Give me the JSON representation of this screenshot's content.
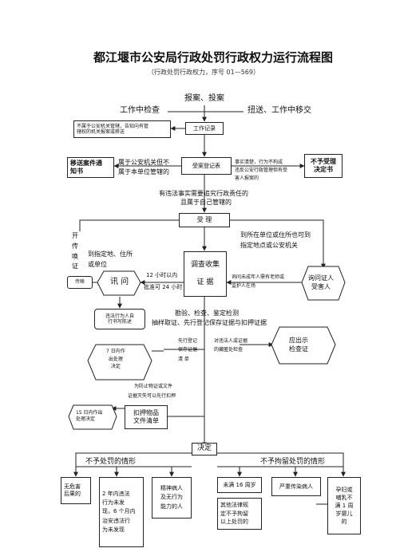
{
  "header": {
    "title": "都江堰市公安局行政处罚行政权力运行流程图",
    "subtitle": "（行政处罚行政权力，序号 01—569）"
  },
  "top": {
    "source_main": "报案、投案",
    "source_left": "工作中检查",
    "source_right": "扭送、工作中移交",
    "record": "工作记录",
    "not_accept_note": "不属于公安机关管辖，告知向有管\n辖权的机关报案或移送",
    "register": "受案登记表",
    "transfer_box": "移送案件通\n知书",
    "transfer_note1": "属于公安机关但不",
    "transfer_note2": "属于本单位管辖的",
    "no_violation_note": "事实清楚，行为不构成\n违反公安行政管理但有受\n害人报案的",
    "no_accept_box": "不予受理\n决定书",
    "evidence_note1": "有违法事实需要追究行政责任的",
    "evidence_note2": "且属于自己管辖的",
    "accept_box": "受    理"
  },
  "middle": {
    "summon_vertical": "开\n传\n唤\n证",
    "summon_note": "到指定地、住所\n或单位",
    "summon_box": "传唤",
    "interrogate_box": "讯  问",
    "time_note1": "12 小时以内",
    "time_note2": "批准可 24 小时",
    "investigate_box": "调查收集\n\n证      据",
    "location_note": "到所在单位或住所也可到\n指定地点或公安机关",
    "minor_note": "询问未成年人需有老师或\n监护人在场",
    "witness_box": "询问证人\n受害人",
    "self_write_box": "违法行为人自\n行书写陈述",
    "inspect_note": "勘验、检查、鉴定检测",
    "sample_note": "抽样取证、先行登记保存证据与扣押证据",
    "seven_day_box": "7 日内作\n出处理\n决定",
    "register_steps": "先行登记\n保存证据\n清      单",
    "show_note": "对违法人或证据\n的藏匿处检查",
    "show_box": "应出示\n检查证",
    "destroy_note1": "为防止物证或文件",
    "destroy_note2": "证据灭失可以先行扣押",
    "fifteen_day_box": "15 日内作出\n处理决定",
    "seize_box": "扣押物品\n文件清单"
  },
  "bottom": {
    "decision_box": "决定",
    "no_punish_label": "不予处罚的情形",
    "no_detain_label": "不予拘留处罚的情形",
    "case1": "无危害\n后果的",
    "case2": "2 年内违法\n行为未发\n现，6 个月内\n治安违法行\n为未发现",
    "case3": "精神病人\n及无行为\n能力的人",
    "case4": "未满 16 周岁",
    "case5": "其他法律规\n定不予拘留\n以上处罚的",
    "case6": "严重传染病人",
    "case7": "孕妇或\n哺乳不\n满 1 周\n岁婴儿\n的"
  }
}
